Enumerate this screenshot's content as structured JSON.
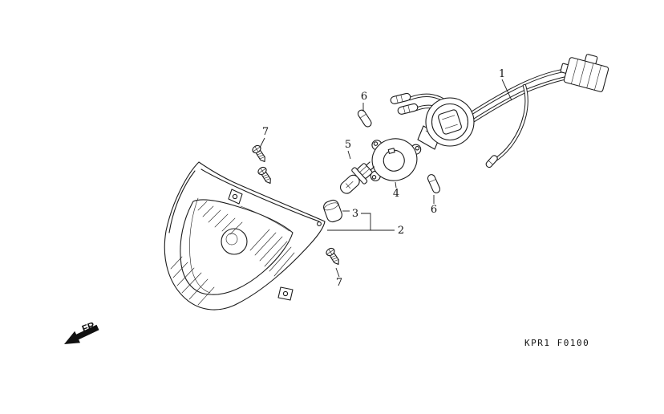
{
  "figure": {
    "code": "KPR1 F0100",
    "front_label": "FR."
  },
  "callouts": {
    "harness": "1",
    "headlight_unit": "2",
    "socket_cap": "3",
    "mounting_plate": "4",
    "headlight_bulb": "5",
    "wedge_bulb_a": "6",
    "wedge_bulb_b": "6",
    "screw_a": "7",
    "screw_b": "7"
  }
}
